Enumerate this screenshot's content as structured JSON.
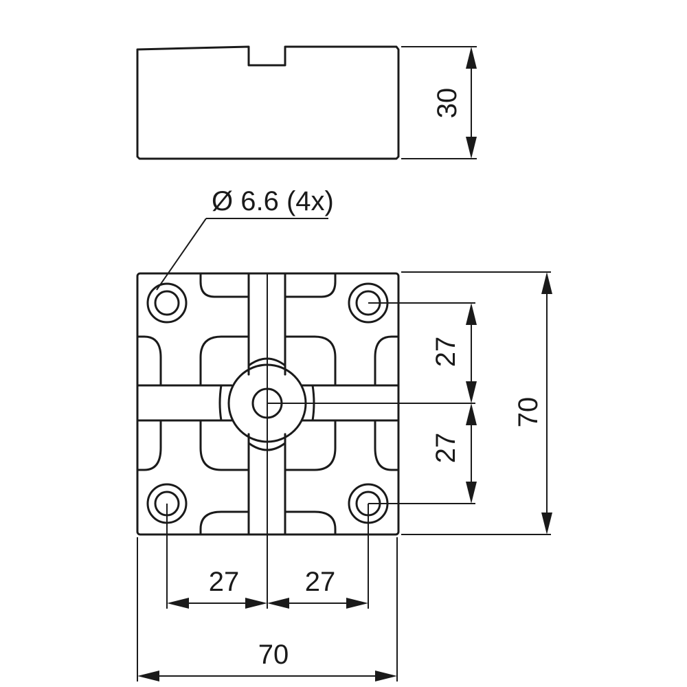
{
  "side_view": {
    "height_label": "30"
  },
  "top_view": {
    "hole_callout": "Ø 6.6 (4x)",
    "right_upper_label": "27",
    "right_lower_label": "27",
    "right_overall_label": "70",
    "bottom_left_label": "27",
    "bottom_right_label": "27",
    "bottom_overall_label": "70"
  }
}
